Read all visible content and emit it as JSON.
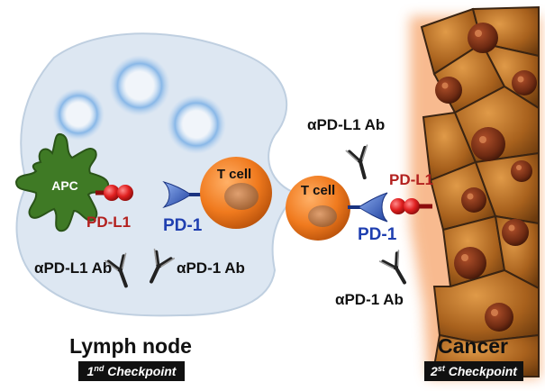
{
  "lymph_node": {
    "title": "Lymph node",
    "checkpoint_num": "1",
    "checkpoint_sup": "nd",
    "checkpoint_text": " Checkpoint",
    "apc_label": "APC",
    "pdl1_label": "PD-L1",
    "pd1_label": "PD-1",
    "tcell_label": "T cell",
    "anti_pdl1_label": "αPD-L1 Ab",
    "anti_pd1_label": "αPD-1 Ab"
  },
  "cancer": {
    "title": "Cancer",
    "checkpoint_num": "2",
    "checkpoint_sup": "st",
    "checkpoint_text": " Checkpoint",
    "tcell_label": "T cell",
    "pdl1_label": "PD-L1",
    "pd1_label": "PD-1",
    "anti_pdl1_label": "αPD-L1 Ab",
    "anti_pd1_label": "αPD-1 Ab"
  },
  "colors": {
    "node_fill": "#dde7f2",
    "tcell": "#f07a1e",
    "apc": "#3f7a25",
    "pdl1": "#d42020",
    "pd1": "#2a55b8",
    "cancer_cell": "#a8611d"
  }
}
